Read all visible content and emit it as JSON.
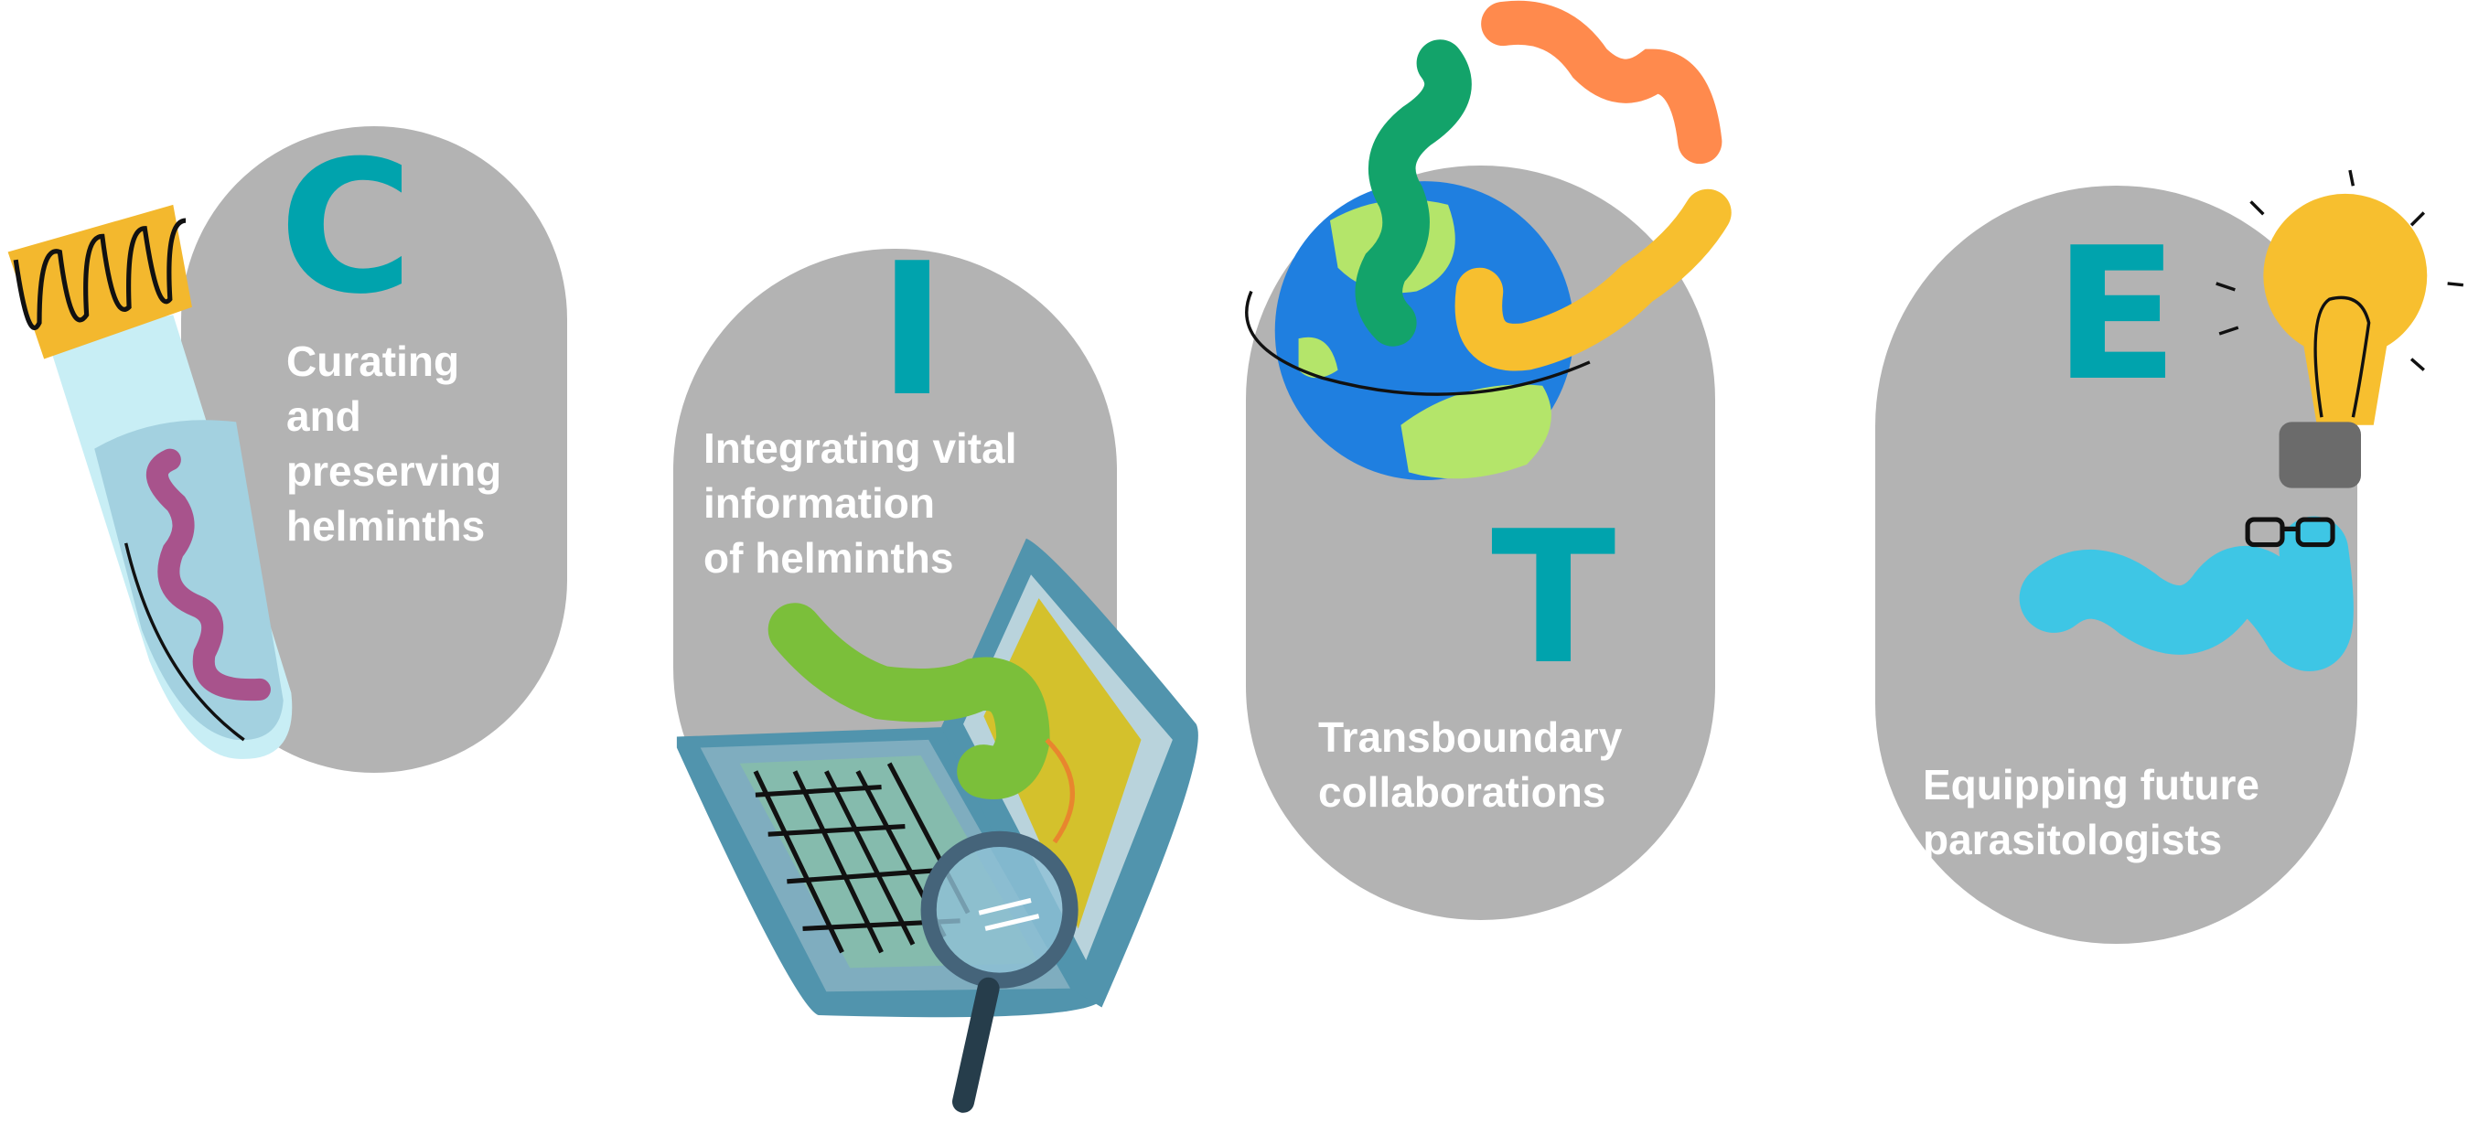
{
  "pillars": [
    {
      "letter": "C",
      "text": "Curating\nand\npreserving\nhelminths",
      "icon": "test-tube-worm-icon"
    },
    {
      "letter": "I",
      "text": "Integrating vital\ninformation\nof helminths",
      "icon": "laptop-magnifier-icon"
    },
    {
      "letter": "T",
      "text": "Transboundary\ncollaborations",
      "icon": "globe-worms-icon"
    },
    {
      "letter": "E",
      "text": "Equipping future\nparasitologists",
      "icon": "lightbulb-worm-icon"
    }
  ],
  "colors": {
    "pill": "#b3b3b3",
    "letter": "#00a3ad",
    "text": "#ffffff"
  }
}
